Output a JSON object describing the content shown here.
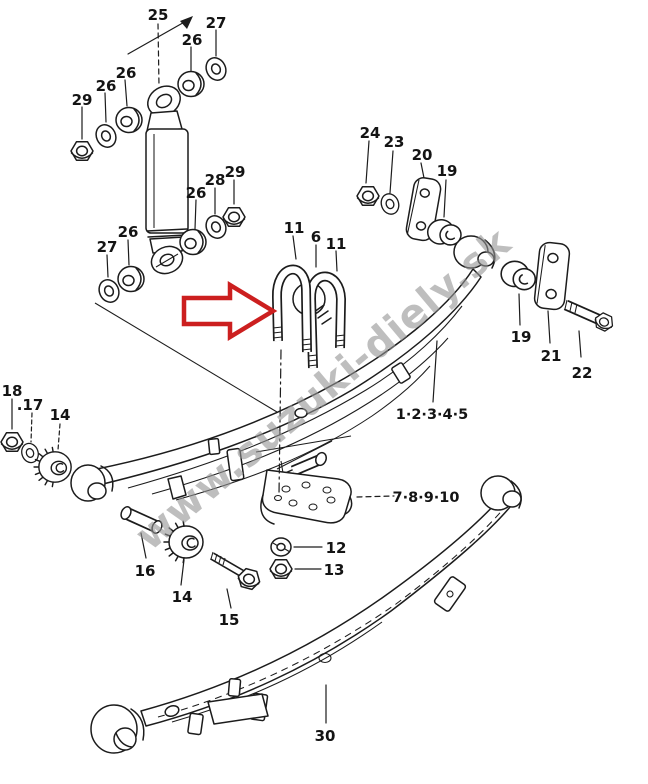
{
  "watermark": "www.suzuki-diely.sk",
  "colors": {
    "ink": "#1c1c1c",
    "arrow_red": "#cc1f1f",
    "watermark_gray": "#949494",
    "background": "#ffffff"
  },
  "labels": {
    "n25": "25",
    "n26_top": "26",
    "n27_top": "27",
    "n26_a": "26",
    "n26_b": "26",
    "n29_a": "29",
    "n26_c": "26",
    "n28": "28",
    "n29_b": "29",
    "n26_d": "26",
    "n27_b": "27",
    "n11_a": "11",
    "n6": "6",
    "n11_b": "11",
    "n24": "24",
    "n23": "23",
    "n20": "20",
    "n19_a": "19",
    "n19_b": "19",
    "n21": "21",
    "n22": "22",
    "n18": "18",
    "n17": ".17",
    "n14_a": "14",
    "n16": "16",
    "n14_b": "14",
    "n15": "15",
    "n12": "12",
    "n13": "13",
    "spring_group": "1·2·3·4·5",
    "plate_group": "7·8·9·10",
    "n30": "30"
  }
}
